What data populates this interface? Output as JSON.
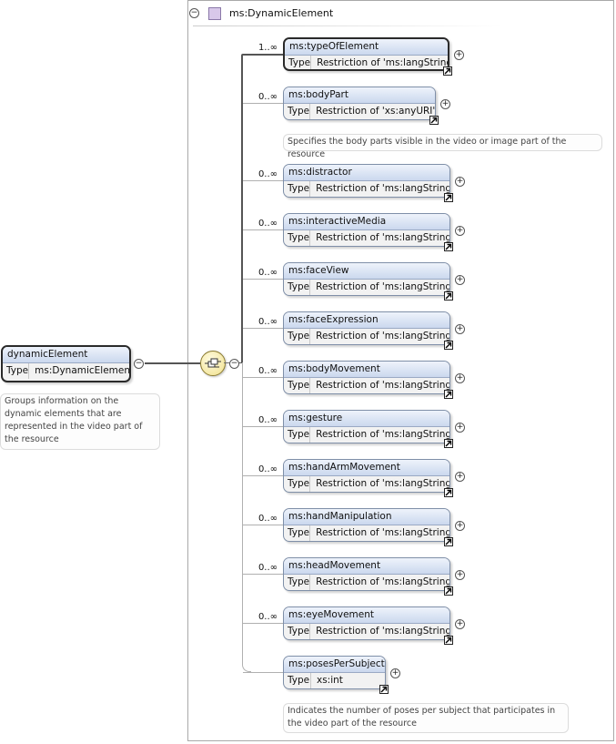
{
  "complex_type": {
    "name": "ms:DynamicElement"
  },
  "root_element": {
    "name": "dynamicElement",
    "type_label": "Type",
    "type_value": "ms:DynamicElement",
    "doc": "Groups information on the dynamic elements that are represented in the video part of the resource"
  },
  "children": [
    {
      "name": "ms:typeOfElement",
      "type_label": "Type",
      "type_value": "Restriction of 'ms:langString'",
      "multiplicity": "1..∞",
      "doc": ""
    },
    {
      "name": "ms:bodyPart",
      "type_label": "Type",
      "type_value": "Restriction of 'xs:anyURI'",
      "multiplicity": "0..∞",
      "doc": "Specifies the body parts visible in the video or image part of the resource"
    },
    {
      "name": "ms:distractor",
      "type_label": "Type",
      "type_value": "Restriction of 'ms:langString'",
      "multiplicity": "0..∞",
      "doc": ""
    },
    {
      "name": "ms:interactiveMedia",
      "type_label": "Type",
      "type_value": "Restriction of 'ms:langString'",
      "multiplicity": "0..∞",
      "doc": ""
    },
    {
      "name": "ms:faceView",
      "type_label": "Type",
      "type_value": "Restriction of 'ms:langString'",
      "multiplicity": "0..∞",
      "doc": ""
    },
    {
      "name": "ms:faceExpression",
      "type_label": "Type",
      "type_value": "Restriction of 'ms:langString'",
      "multiplicity": "0..∞",
      "doc": ""
    },
    {
      "name": "ms:bodyMovement",
      "type_label": "Type",
      "type_value": "Restriction of 'ms:langString'",
      "multiplicity": "0..∞",
      "doc": ""
    },
    {
      "name": "ms:gesture",
      "type_label": "Type",
      "type_value": "Restriction of 'ms:langString'",
      "multiplicity": "0..∞",
      "doc": ""
    },
    {
      "name": "ms:handArmMovement",
      "type_label": "Type",
      "type_value": "Restriction of 'ms:langString'",
      "multiplicity": "0..∞",
      "doc": ""
    },
    {
      "name": "ms:handManipulation",
      "type_label": "Type",
      "type_value": "Restriction of 'ms:langString'",
      "multiplicity": "0..∞",
      "doc": ""
    },
    {
      "name": "ms:headMovement",
      "type_label": "Type",
      "type_value": "Restriction of 'ms:langString'",
      "multiplicity": "0..∞",
      "doc": ""
    },
    {
      "name": "ms:eyeMovement",
      "type_label": "Type",
      "type_value": "Restriction of 'ms:langString'",
      "multiplicity": "0..∞",
      "doc": ""
    },
    {
      "name": "ms:posesPerSubject",
      "type_label": "Type",
      "type_value": "xs:int",
      "multiplicity": "",
      "doc": "Indicates the number of poses per subject that participates in the video part of the resource"
    }
  ],
  "icons": {
    "collapse": "minus-circle-icon",
    "expand": "plus-circle-icon",
    "type_link": "link-arrow-icon",
    "complex_type": "complex-type-icon",
    "compositor": "sequence-compositor-icon"
  },
  "glyphs": {
    "collapse": "−",
    "expand": "+",
    "arrow": "↗"
  },
  "colors": {
    "header_top": "#eef3fb",
    "header_bottom": "#cbd8ee",
    "box_bg": "#f2f2f2",
    "compositor": "#f0e08c",
    "complex_type_icon": "#d8c8ea"
  }
}
